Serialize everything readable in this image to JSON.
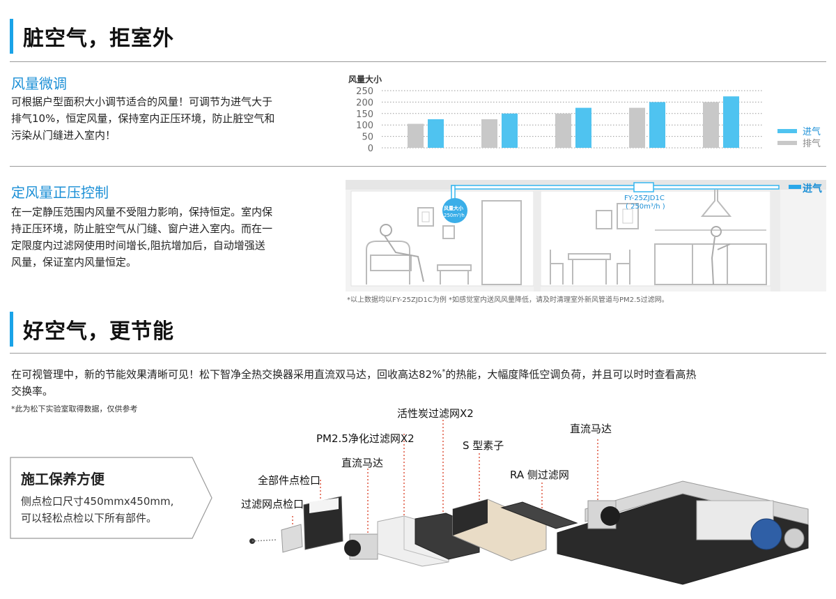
{
  "section1": {
    "title": "脏空气，拒室外",
    "airflow": {
      "title": "风量微调",
      "lines": [
        "可根据户型面积大小调节适合的风量！可调节为进气大于",
        "排气10%，恒定风量，保持室内正压环境，防止脏空气和",
        "污染从门缝进入室内！"
      ]
    },
    "pressure": {
      "title": "定风量正压控制",
      "lines": [
        "在一定静压范围内风量不受阻力影响，保持恒定。室内保",
        "持正压环境，防止脏空气从门缝、窗户进入室内。而在一",
        "定限度内过滤网使用时间增长,阻抗增加后，自动增强送",
        "风量，保证室内风量恒定。"
      ]
    },
    "room": {
      "intake_label": "进气",
      "model": "FY-25ZJD1C",
      "model_flow": "( 250m³/h )",
      "bubble_title": "风量大小",
      "bubble_value": "250m³/h"
    },
    "footnote": "*以上数据均以FY-25ZJD1C为例  *如感觉室内送风风量降低，请及时清理室外新风管道与PM2.5过滤网。"
  },
  "chart_data": {
    "type": "bar",
    "ylabel": "风量大小",
    "yticks": [
      0,
      50,
      100,
      150,
      200,
      250
    ],
    "ylim": [
      0,
      250
    ],
    "grid": true,
    "legend_position": "right",
    "categories": [
      "",
      "",
      "",
      "",
      ""
    ],
    "series": [
      {
        "name": "排气",
        "color": "#c8c8c8",
        "values": [
          105,
          125,
          150,
          175,
          200
        ]
      },
      {
        "name": "进气",
        "color": "#4fc3f0",
        "values": [
          125,
          150,
          175,
          200,
          225
        ]
      }
    ]
  },
  "section2": {
    "title": "好空气，更节能",
    "intro_lines": [
      "在可视管理中，新的节能效果清晰可见！松下智净全热交换器采用直流双马达，回收高达82%",
      "交换率。"
    ],
    "intro_tail": "的热能，大幅度降低空调负荷，并且可以时时查看高热",
    "star": "*",
    "note": "*此为松下实验室取得数据，仅供参考",
    "maintenance": {
      "title": "施工保养方便",
      "lines": [
        "侧点检口尺寸450mmx450mm,",
        "可以轻松点检以下所有部件。"
      ]
    },
    "parts": {
      "filter_port": "过滤网点检口",
      "all_port": "全部件点检口",
      "dc_motor_1": "直流马达",
      "pm25": "PM2.5净化过滤网X2",
      "carbon": "活性炭过滤网X2",
      "s_element": "S 型素子",
      "ra_filter": "RA 侧过滤网",
      "dc_motor_2": "直流马达"
    }
  }
}
